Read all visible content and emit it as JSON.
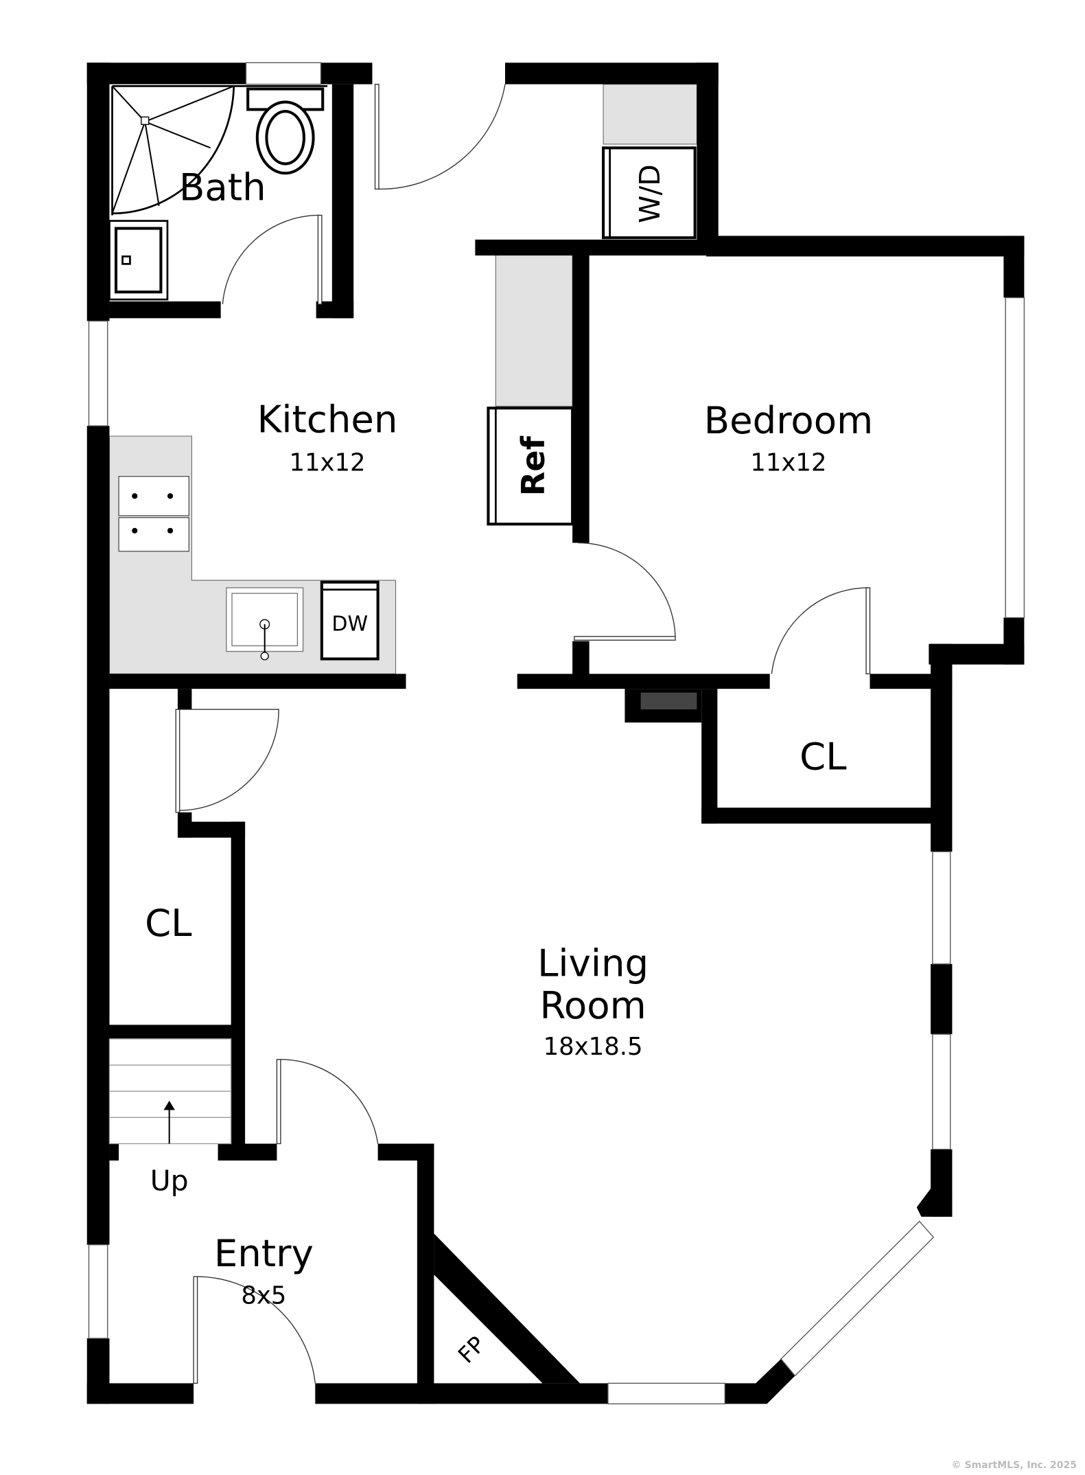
{
  "rooms": {
    "bath": {
      "name": "Bath"
    },
    "kitchen": {
      "name": "Kitchen",
      "size": "11x12"
    },
    "bedroom": {
      "name": "Bedroom",
      "size": "11x12"
    },
    "closet_right": {
      "name": "CL"
    },
    "closet_left": {
      "name": "CL"
    },
    "living": {
      "name_line1": "Living",
      "name_line2": "Room",
      "size": "18x18.5"
    },
    "entry": {
      "name": "Entry",
      "size": "8x5"
    }
  },
  "fixtures": {
    "refrigerator": "Ref",
    "washer_dryer": "W/D",
    "dishwasher": "DW",
    "fireplace": "FP",
    "stairs": "Up"
  },
  "copyright": "© SmartMLS, Inc.  2025"
}
